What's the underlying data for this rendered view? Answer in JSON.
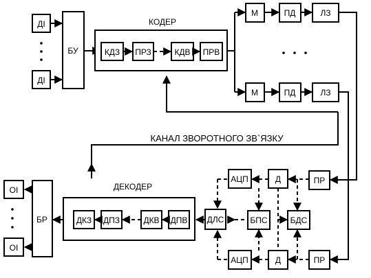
{
  "blocks": {
    "di_top": "ДІ",
    "di_bottom": "ДІ",
    "bu": "БУ",
    "coder_title": "КОДЕР",
    "kdz": "КДЗ",
    "prz": "ПРЗ",
    "kdv": "КДВ",
    "prv": "ПРВ",
    "m_top": "М",
    "pd_top": "ПД",
    "lz_top": "ЛЗ",
    "m_bottom": "М",
    "pd_bottom": "ПД",
    "lz_bottom": "ЛЗ",
    "feedback_channel": "КАНАЛ ЗВОРОТНОГО ЗВ`ЯЗКУ",
    "decoder_title": "ДЕКОДЕР",
    "dkz": "ДКЗ",
    "dpz": "ДПЗ",
    "dkv": "ДКВ",
    "dpv": "ДПВ",
    "dls": "ДЛС",
    "adc_top": "АЦП",
    "d_top": "Д",
    "pr_top": "ПР",
    "bps": "БПС",
    "bds": "БДС",
    "adc_bottom": "АЦП",
    "d_bottom": "Д",
    "pr_bottom": "ПР",
    "br": "БР",
    "oi_top": "ОІ",
    "oi_bottom": "ОІ"
  }
}
